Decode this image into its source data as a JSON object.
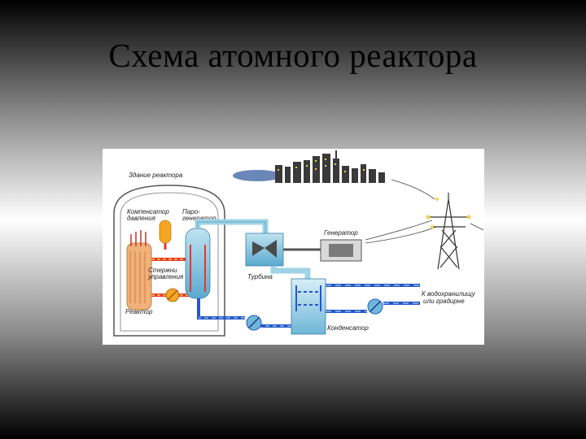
{
  "slide": {
    "title": "Схема атомного реактора"
  },
  "diagram": {
    "labels": {
      "reactor_building": "Здание реактора",
      "pressurizer_line1": "Компенсатор",
      "pressurizer_line2": "давления",
      "steam_gen_line1": "Паро-",
      "steam_gen_line2": "генератор",
      "control_rods_line1": "Стержни",
      "control_rods_line2": "управления",
      "reactor": "Реактор",
      "turbine": "Турбина",
      "generator": "Генератор",
      "condenser": "Конденсатор",
      "water_line1": "К водохранилищу",
      "water_line2": "или градирне"
    },
    "colors": {
      "hot_loop": "#e8352a",
      "cold_water": "#2557c9",
      "steam": "#9fd3e6",
      "fuel": "#f0b27a",
      "pressurizer": "#f5a623",
      "building": "#ffffff"
    },
    "icons": [
      "city-skyline-icon",
      "power-pylon-icon",
      "turbine-icon",
      "pump-icon",
      "generator-icon"
    ]
  }
}
